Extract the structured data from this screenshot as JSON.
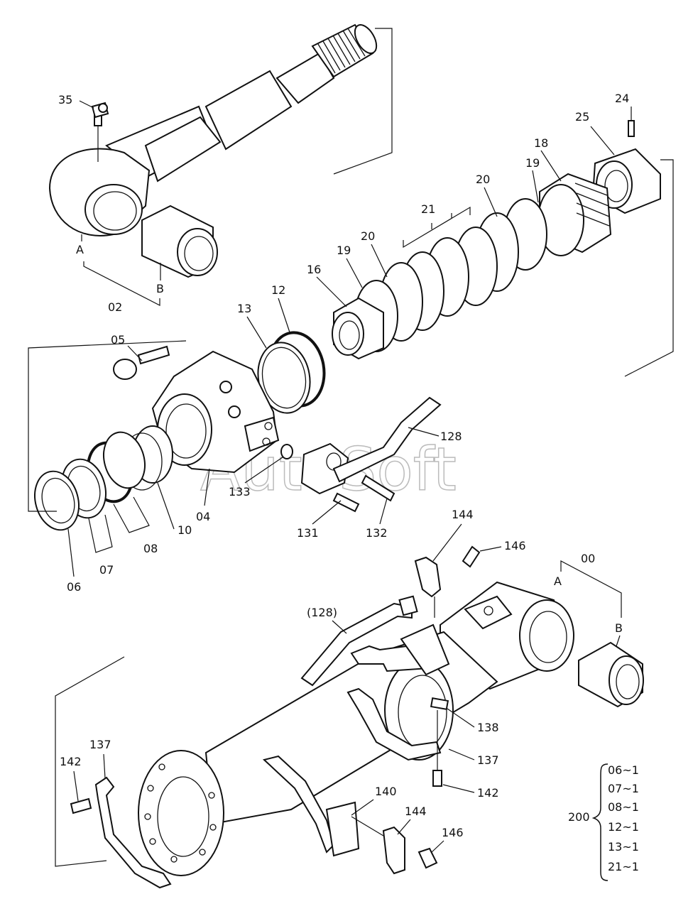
{
  "watermark": "AutoSoft",
  "labels": {
    "p35": "35",
    "pA_top": "A",
    "pB_top": "B",
    "p02": "02",
    "p24": "24",
    "p25": "25",
    "p18": "18",
    "p19a": "19",
    "p20a": "20",
    "p21": "21",
    "p20b": "20",
    "p19b": "19",
    "p16": "16",
    "p12": "12",
    "p13": "13",
    "p05": "05",
    "p128": "128",
    "p133": "133",
    "p04": "04",
    "p10": "10",
    "p08": "08",
    "p07": "07",
    "p06": "06",
    "p131": "131",
    "p132": "132",
    "p144a": "144",
    "p146a": "146",
    "p00": "00",
    "pA_bot": "A",
    "pB_bot": "B",
    "p128b": "(128)",
    "p138": "138",
    "p137a": "137",
    "p142a": "142",
    "p137b": "137",
    "p142b": "142",
    "p140": "140",
    "p144b": "144",
    "p146b": "146"
  },
  "kit": {
    "number": "200",
    "items": [
      "06~1",
      "07~1",
      "08~1",
      "12~1",
      "13~1",
      "21~1"
    ]
  }
}
